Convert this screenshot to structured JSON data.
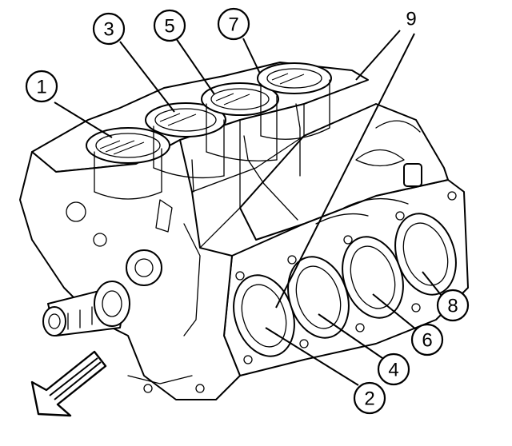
{
  "diagram": {
    "callouts": [
      {
        "id": "c1",
        "label": "1"
      },
      {
        "id": "c2",
        "label": "2"
      },
      {
        "id": "c3",
        "label": "3"
      },
      {
        "id": "c4",
        "label": "4"
      },
      {
        "id": "c5",
        "label": "5"
      },
      {
        "id": "c6",
        "label": "6"
      },
      {
        "id": "c7",
        "label": "7"
      },
      {
        "id": "c8",
        "label": "8"
      },
      {
        "id": "c9",
        "label": "9"
      }
    ],
    "direction_indicator": "front-arrow-icon"
  }
}
